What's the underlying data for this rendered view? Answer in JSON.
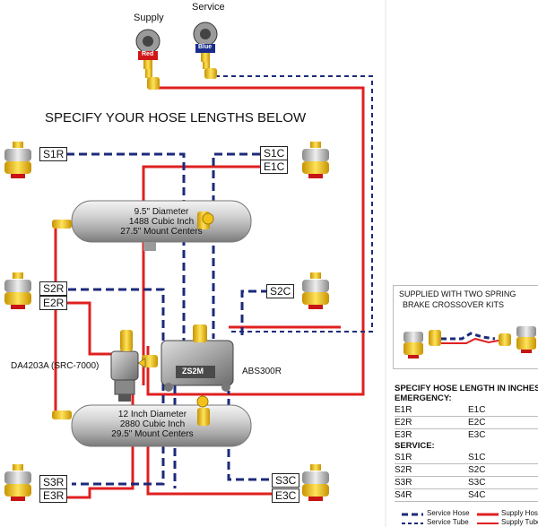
{
  "heading": "SPECIFY YOUR HOSE LENGTHS BELOW",
  "gladhands": {
    "supply_label": "Supply",
    "service_label": "Service",
    "supply_tag": "Red",
    "service_tag": "Blue"
  },
  "hose_labels": {
    "s1r": "S1R",
    "s1c": "S1C",
    "e1c": "E1C",
    "s2r": "S2R",
    "e2r": "E2R",
    "s2c": "S2C",
    "s3r": "S3R",
    "e3r": "E3R",
    "s3c": "S3C",
    "e3c": "E3C"
  },
  "tank_upper": {
    "line1": "9.5\" Diameter",
    "line2": "1488 Cubic Inch",
    "line3": "27.5\" Mount Centers"
  },
  "tank_lower": {
    "line1": "12 Inch Diameter",
    "line2": "2880 Cubic Inch",
    "line3": "29.5\" Mount Centers"
  },
  "valve_label": "DA4203A  (SRC-7000)",
  "abs_label": "ABS300R",
  "abs_plate": "ZS2M",
  "kit_box": {
    "line1": "SUPPLIED WITH TWO  SPRING",
    "line2": "BRAKE CROSSOVER KITS"
  },
  "length_table": {
    "title": "SPECIFY HOSE LENGTH IN INCHES",
    "emergency_label": "EMERGENCY:",
    "emergency_rows": [
      [
        "E1R",
        "E1C"
      ],
      [
        "E2R",
        "E2C"
      ],
      [
        "E3R",
        "E3C"
      ]
    ],
    "service_label": "SERVICE:",
    "service_rows": [
      [
        "S1R",
        "S1C"
      ],
      [
        "S2R",
        "S2C"
      ],
      [
        "S3R",
        "S3C"
      ],
      [
        "S4R",
        "S4C"
      ]
    ]
  },
  "legend": {
    "service_hose": "Service Hose",
    "service_tube": "Service Tube",
    "supply_hose": "Supply Hose",
    "supply_tube": "Supply Tube"
  },
  "colors": {
    "supply": "#e02020",
    "service": "#1c2a7a",
    "brass": "#f2c21a",
    "chamber_red": "#c81414",
    "tank": "#c9c9c9"
  }
}
